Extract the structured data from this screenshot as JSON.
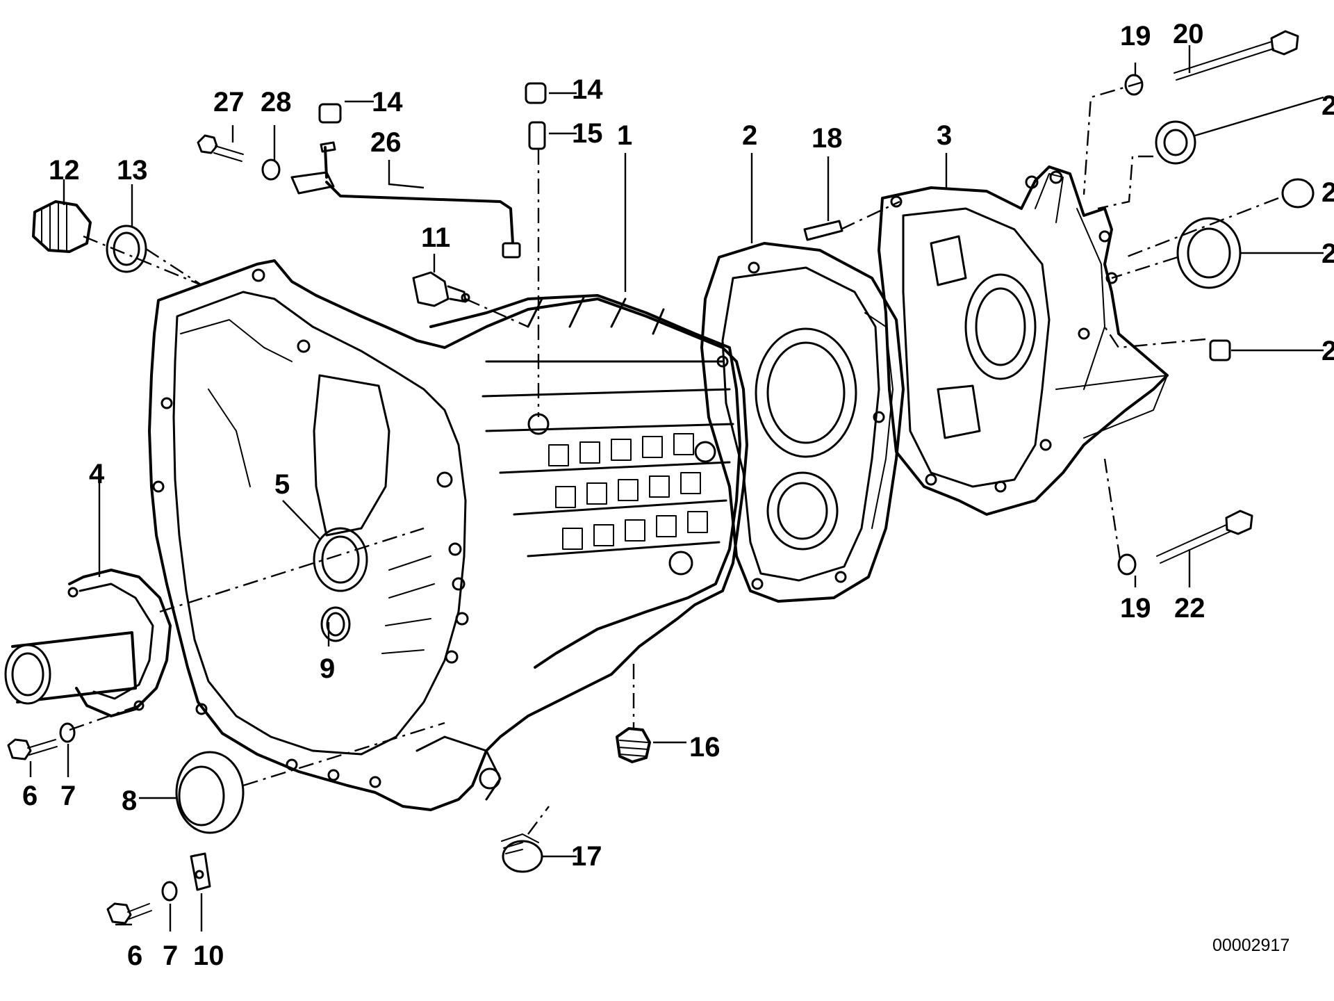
{
  "diagram": {
    "reference_number": "00002917",
    "callouts": [
      {
        "id": "c1",
        "label": "1"
      },
      {
        "id": "c2a",
        "label": "2"
      },
      {
        "id": "c3",
        "label": "3"
      },
      {
        "id": "c4",
        "label": "4"
      },
      {
        "id": "c5",
        "label": "5"
      },
      {
        "id": "c6a",
        "label": "6"
      },
      {
        "id": "c6b",
        "label": "6"
      },
      {
        "id": "c7a",
        "label": "7"
      },
      {
        "id": "c7b",
        "label": "7"
      },
      {
        "id": "c8",
        "label": "8"
      },
      {
        "id": "c9",
        "label": "9"
      },
      {
        "id": "c10",
        "label": "10"
      },
      {
        "id": "c11",
        "label": "11"
      },
      {
        "id": "c12",
        "label": "12"
      },
      {
        "id": "c13",
        "label": "13"
      },
      {
        "id": "c14a",
        "label": "14"
      },
      {
        "id": "c14b",
        "label": "14"
      },
      {
        "id": "c15",
        "label": "15"
      },
      {
        "id": "c16",
        "label": "16"
      },
      {
        "id": "c17",
        "label": "17"
      },
      {
        "id": "c18",
        "label": "18"
      },
      {
        "id": "c19a",
        "label": "19"
      },
      {
        "id": "c19b",
        "label": "19"
      },
      {
        "id": "c20",
        "label": "20"
      },
      {
        "id": "c22",
        "label": "22"
      },
      {
        "id": "c26",
        "label": "26"
      },
      {
        "id": "c27",
        "label": "27"
      },
      {
        "id": "c28",
        "label": "28"
      },
      {
        "id": "c2r1",
        "label": "2"
      },
      {
        "id": "c2r2",
        "label": "2"
      },
      {
        "id": "c2r3",
        "label": "2"
      },
      {
        "id": "c2r4",
        "label": "2"
      }
    ]
  }
}
